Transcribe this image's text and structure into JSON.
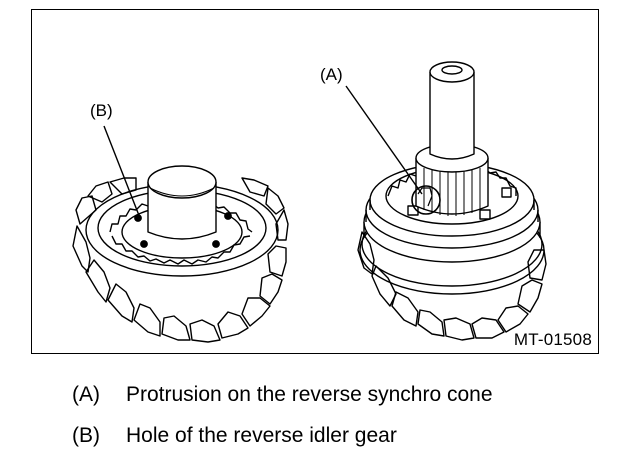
{
  "figure": {
    "figure_id": "MT-01508",
    "callouts": {
      "a": "(A)",
      "b": "(B)"
    }
  },
  "legend": [
    {
      "key": "(A)",
      "text": "Protrusion on the reverse synchro cone"
    },
    {
      "key": "(B)",
      "text": "Hole of the reverse idler gear"
    }
  ],
  "colors": {
    "line": "#000000",
    "background": "#ffffff"
  }
}
